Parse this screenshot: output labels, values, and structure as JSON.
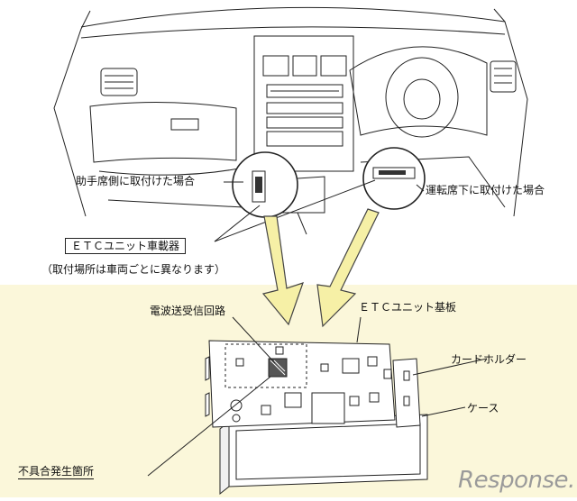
{
  "labels": {
    "passenger_side": "助手席側に取付けた場合",
    "driver_side": "運転席下に取付けた場合",
    "etc_unit": "ＥＴＣユニット車載器",
    "mount_note": "（取付場所は車両ごとに異なります）",
    "radio_circuit": "電波送受信回路",
    "etc_board": "ＥＴＣユニット基板",
    "card_holder": "カードホルダー",
    "case": "ケース",
    "defect": "不具合発生箇所"
  },
  "watermark": "Response.",
  "colors": {
    "lower_panel": "#fbf7da",
    "arrow_fill": "#f6f0a6",
    "line": "#222222"
  }
}
